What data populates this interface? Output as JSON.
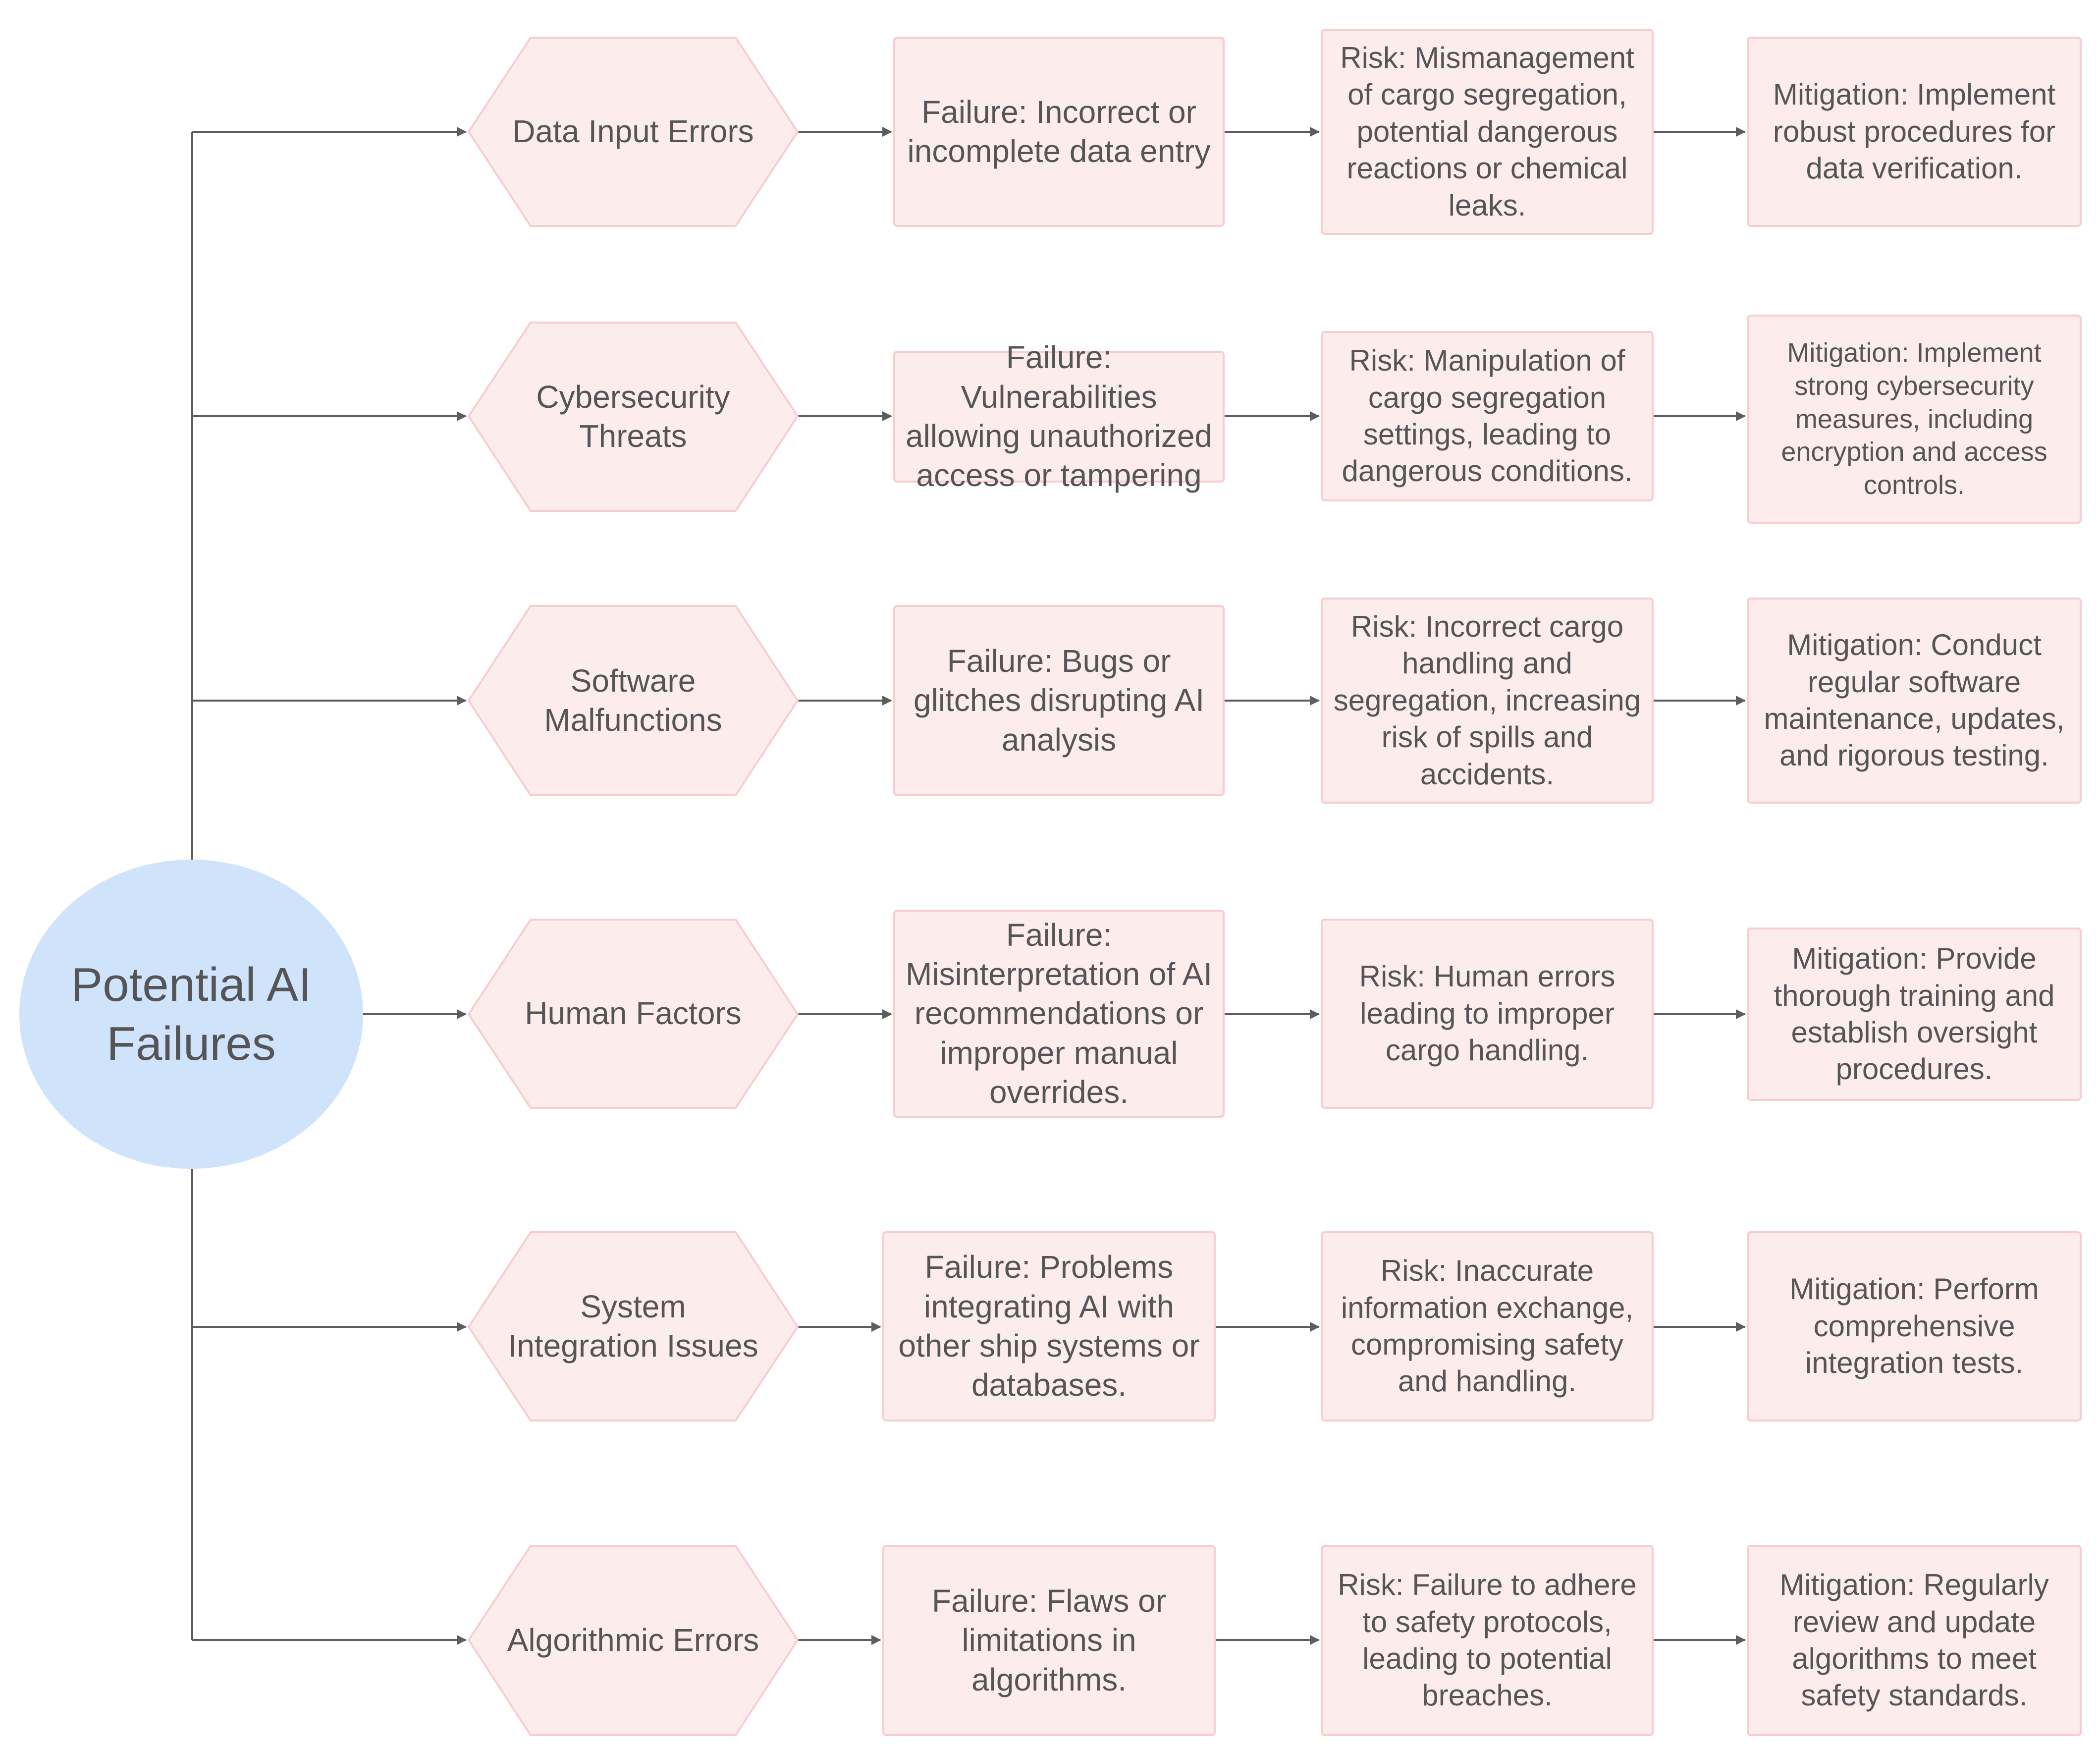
{
  "colors": {
    "background": "#ffffff",
    "root_fill": "#cfe3fb",
    "node_fill": "#fdecec",
    "node_border": "#f7cdd0",
    "connector": "#5d5d5d",
    "text": "#555557"
  },
  "root": {
    "label": "Potential AI Failures",
    "shape": "ellipse"
  },
  "rows": [
    {
      "category": "Data Input Errors",
      "failure": "Failure: Incorrect or incomplete data entry",
      "risk": "Risk: Mismanagement of cargo segregation, potential dangerous reactions or chemical leaks.",
      "mitigation": "Mitigation: Implement robust procedures for data verification."
    },
    {
      "category": "Cybersecurity Threats",
      "failure": "Failure: Vulnerabilities allowing unauthorized access or tampering",
      "risk": "Risk: Manipulation of cargo segregation settings, leading to dangerous conditions.",
      "mitigation": "Mitigation: Implement strong cybersecurity measures, including encryption and access controls."
    },
    {
      "category": "Software Malfunctions",
      "failure": "Failure: Bugs or glitches disrupting AI analysis",
      "risk": "Risk: Incorrect cargo handling and segregation, increasing risk of spills and accidents.",
      "mitigation": "Mitigation: Conduct regular software maintenance, updates, and rigorous testing."
    },
    {
      "category": "Human Factors",
      "failure": "Failure: Misinterpretation of AI recommendations or improper manual overrides.",
      "risk": "Risk: Human errors leading to improper cargo handling.",
      "mitigation": "Mitigation: Provide thorough training and establish oversight procedures."
    },
    {
      "category": "System Integration Issues",
      "failure": "Failure: Problems integrating AI with other ship systems or databases.",
      "risk": "Risk: Inaccurate information exchange, compromising safety and handling.",
      "mitigation": "Mitigation: Perform comprehensive integration tests."
    },
    {
      "category": "Algorithmic Errors",
      "failure": "Failure: Flaws or limitations in algorithms.",
      "risk": "Risk: Failure to adhere to safety protocols, leading to potential breaches.",
      "mitigation": "Mitigation: Regularly review and update algorithms to meet safety standards."
    }
  ]
}
